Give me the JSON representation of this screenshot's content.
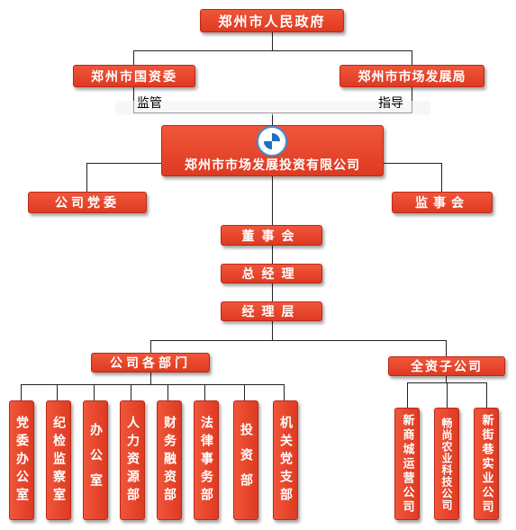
{
  "top": "郑州市人民政府",
  "left_parent": "郑州市国资委",
  "right_parent": "郑州市市场发展局",
  "left_note": "监管",
  "right_note": "指导",
  "company": "郑州市市场发展投资有限公司",
  "party_committee": "公司党委",
  "supervisory_board": "监事会",
  "board": "董事会",
  "gm": "总经理",
  "management": "经理层",
  "departments_header": "公司各部门",
  "subsidiaries_header": "全资子公司",
  "departments": [
    "党委办公室",
    "纪检监察室",
    "办公室",
    "人力资源部",
    "财务融资部",
    "法律事务部",
    "投资部",
    "机关党支部"
  ],
  "subsidiaries": [
    "新商城运营公司",
    "畅尚农业科技公司",
    "新街巷实业公司"
  ],
  "colors": {
    "box": "#e8472c",
    "line": "#222222"
  },
  "icons": {
    "company_logo": "company-logo-icon"
  }
}
